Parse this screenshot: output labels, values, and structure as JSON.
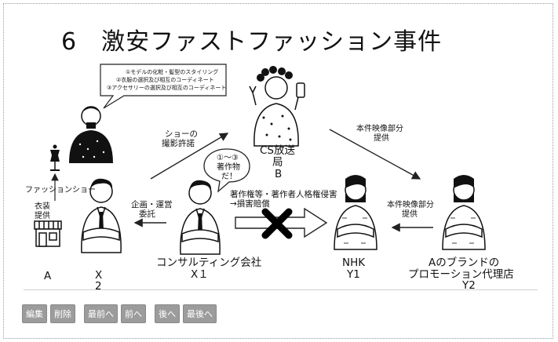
{
  "title": "6　激安ファストファッション事件",
  "callout_bubble": {
    "lines": [
      "①モデルの化粧・髪型のスタイリング",
      "②衣服の選択及び相互のコーディネート",
      "③アクセサリーの選択及び相互のコーディネート"
    ]
  },
  "speech_bubble": {
    "line1": "①〜③",
    "line2": "著作物",
    "line3": "だ！"
  },
  "labels": {
    "fashion_show": "ファッションショー",
    "costume_supply": [
      "衣装",
      "提供"
    ],
    "show_permission": [
      "ショーの",
      "撮影許諾"
    ],
    "planning": [
      "企画・運営",
      "委託"
    ],
    "infringement": [
      "著作権等・著作者人格権侵害",
      "→損害賠償"
    ],
    "video_top": [
      "本件映像部分",
      "提供"
    ],
    "video_bottom": [
      "本件映像部分",
      "提供"
    ]
  },
  "parties": {
    "a": "A",
    "x2": [
      "X",
      "2"
    ],
    "x1": [
      "コンサルティング会社",
      "X１"
    ],
    "b": [
      "CS放送",
      "局",
      "B"
    ],
    "y1": [
      "NHK",
      "Y1"
    ],
    "y2": [
      "Aのブランドの",
      "プロモーション代理店",
      "Y2"
    ]
  },
  "nav": {
    "edit": "編集",
    "delete": "削除",
    "first": "最前へ",
    "prev": "前へ",
    "next": "後へ",
    "last": "最後へ"
  }
}
